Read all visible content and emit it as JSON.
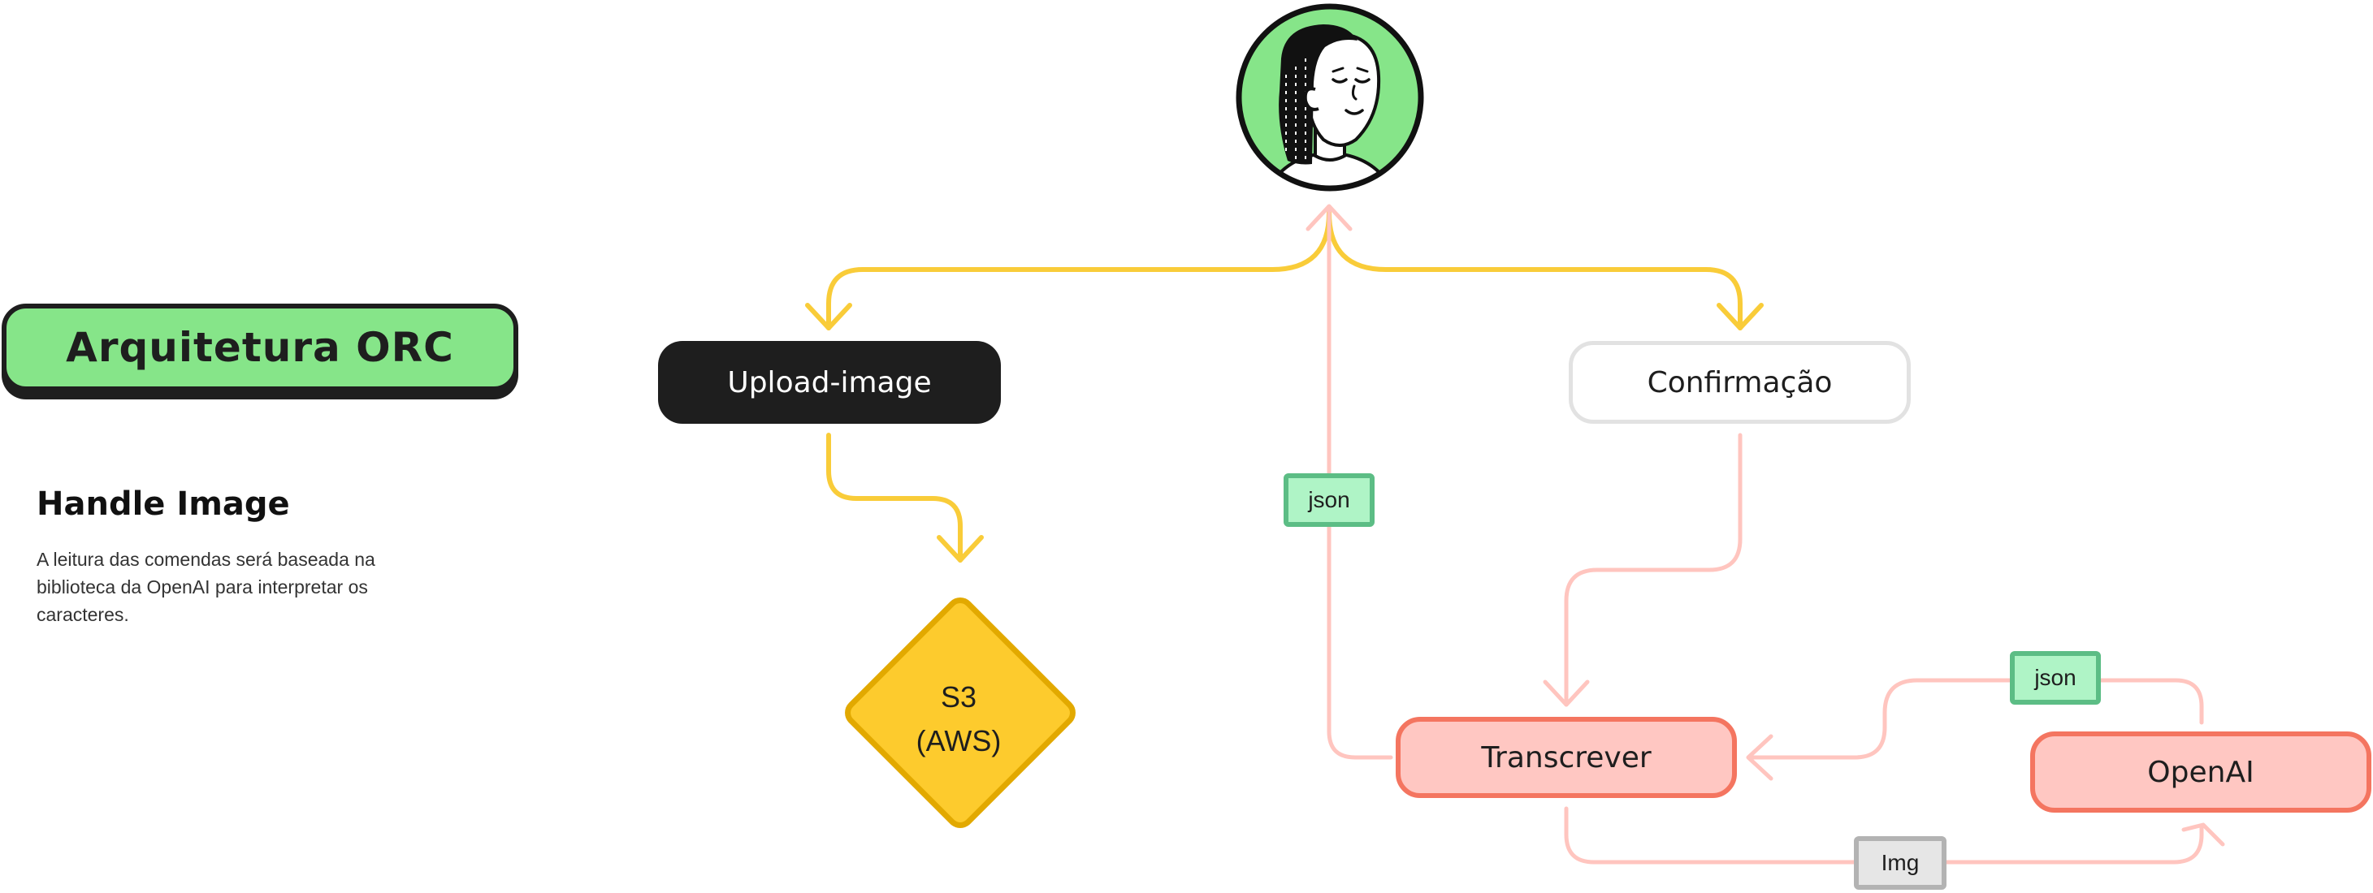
{
  "diagram": {
    "title": "Arquitetura ORC",
    "section_title": "Handle Image",
    "description": "A leitura das comendas será baseada na biblioteca da OpenAI para interpretar os caracteres.",
    "nodes": {
      "upload": "Upload-image",
      "confirm": "Confirmação",
      "s3_line1": "S3",
      "s3_line2": "(AWS)",
      "transcrever": "Transcrever",
      "openai": "OpenAI"
    },
    "edge_labels": {
      "transcrever_to_user": "json",
      "openai_to_transcrever": "json",
      "transcrever_to_openai": "Img"
    },
    "colors": {
      "title_fill": "#86e589",
      "dark": "#1e1e1e",
      "yellow_arrow": "#f9cc39",
      "s3_fill": "#fdcb2d",
      "pink_arrow": "#ffc5bf",
      "pink_fill": "#ffc7c2",
      "pink_border": "#f47560",
      "json_fill": "#aff4c6",
      "json_border": "#5cbd85",
      "img_fill": "#e6e6e6",
      "img_border": "#b3b3b3"
    },
    "icons": {
      "avatar": "user-avatar-icon"
    }
  }
}
